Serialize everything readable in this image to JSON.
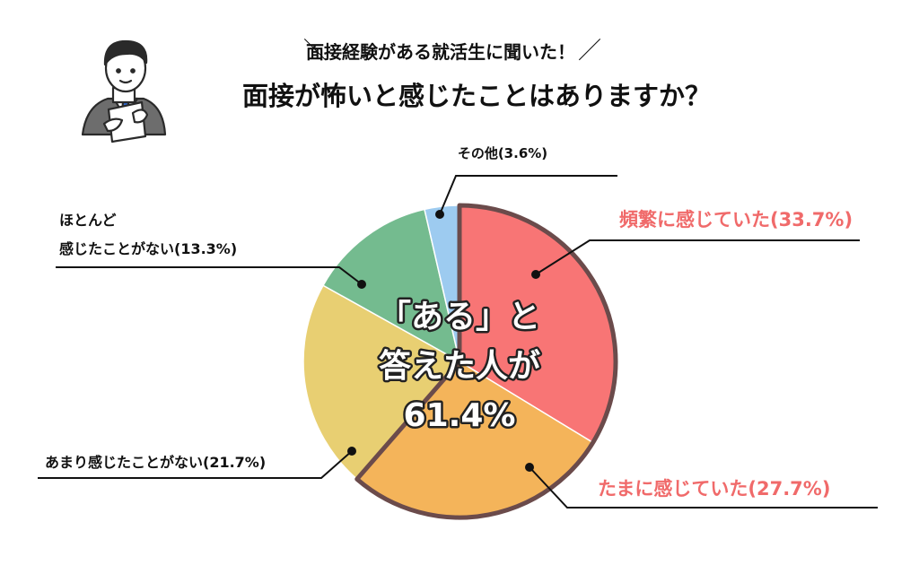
{
  "header": {
    "subtitle": "面接経験がある就活生に聞いた！",
    "title": "面接が怖いと感じたことはありますか？"
  },
  "center_text": [
    "「ある」と",
    "答えた人が",
    "61.4%"
  ],
  "chart_data": {
    "type": "pie",
    "title": "面接が怖いと感じたことはありますか？",
    "subtitle": "面接経験がある就活生に聞いた！",
    "slices": [
      {
        "label": "頻繁に感じていた",
        "value": 33.7,
        "display": "頻繁に感じていた(33.7%)",
        "color": "#f87575",
        "label_color": "#f06a6a"
      },
      {
        "label": "たまに感じていた",
        "value": 27.7,
        "display": "たまに感じていた(27.7%)",
        "color": "#f4b45a",
        "label_color": "#f06a6a"
      },
      {
        "label": "あまり感じたことがない",
        "value": 21.7,
        "display": "あまり感じたことがない(21.7%)",
        "color": "#e8cf72",
        "label_color": "#111111"
      },
      {
        "label": "ほとんど感じたことがない",
        "value": 13.3,
        "display_lines": [
          "ほとんど",
          "感じたことがない(13.3%)"
        ],
        "color": "#74bb8f",
        "label_color": "#111111"
      },
      {
        "label": "その他",
        "value": 3.6,
        "display": "その他(3.6%)",
        "color": "#9dcbf0",
        "label_color": "#111111"
      }
    ],
    "highlight": {
      "slices": [
        "頻繁に感じていた",
        "たまに感じていた"
      ],
      "total": 61.4,
      "outline_color": "#6b4b4b"
    }
  }
}
